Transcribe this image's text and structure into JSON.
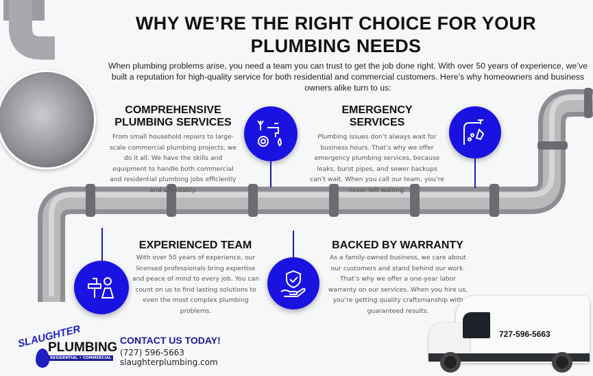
{
  "title": "WHY WE’RE THE RIGHT CHOICE FOR YOUR PLUMBING NEEDS",
  "intro": "When plumbing problems arise, you need a team you can trust to get the job done right. With over 50 years of experience, we’ve built a reputation for high-quality service for both residential and commercial customers. Here’s why homeowners and business owners alike turn to us:",
  "features": [
    {
      "heading": "COMPREHENSIVE PLUMBING SERVICES",
      "text": "From small household repairs to large-scale commercial plumbing projects, we do it all. We have the skills and equipment to handle both commercial and residential plumbing jobs efficiently and affordably.",
      "icon": "wrench-faucet-gear-icon"
    },
    {
      "heading": "EMERGENCY SERVICES",
      "text": "Plumbing issues don’t always wait for business hours. That’s why we offer emergency plumbing services, because leaks, burst pipes, and sewer backups can’t wait. When you call our team, you’re never left waiting.",
      "icon": "leaking-pipe-icon"
    },
    {
      "heading": "EXPERIENCED TEAM",
      "text": "With over 50 years of experience, our licensed professionals bring expertise and peace of mind to every job. You can count on us to find lasting solutions to even the most complex plumbing problems.",
      "icon": "plumber-sink-icon"
    },
    {
      "heading": "BACKED BY WARRANTY",
      "text": "As a family-owned business, we care about our customers and stand behind our work. That’s why we offer a one-year labor warranty on our services. When you hire us, you’re getting quality craftsmanship with guaranteed results.",
      "icon": "shield-hand-icon"
    }
  ],
  "contact": {
    "heading": "CONTACT US TODAY!",
    "phone": "(727) 596-5663",
    "website": "slaughterplumbing.com"
  },
  "logo": {
    "line1": "SLAUGHTER",
    "line2": "PLUMBING",
    "tagline": "RESIDENTIAL • COMMERCIAL"
  },
  "van": {
    "phone": "727-596-5663"
  },
  "colors": {
    "accent": "#1a12e0",
    "contact": "#1d1a9c",
    "pipe": "#a9a9ab"
  }
}
